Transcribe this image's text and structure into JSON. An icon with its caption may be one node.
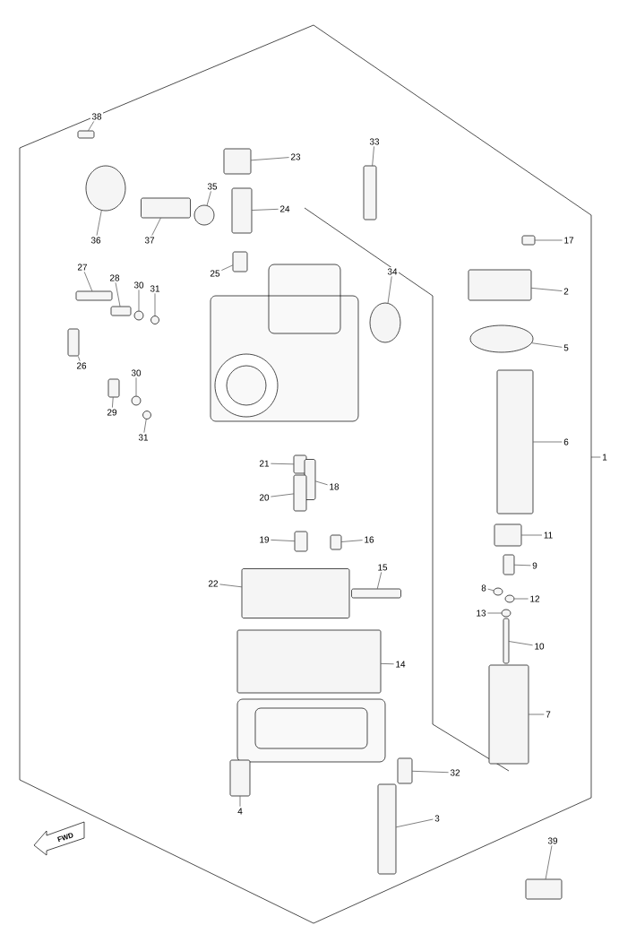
{
  "diagram": {
    "nodes": [
      {
        "text": [
          "38"
        ]
      },
      {
        "text": [],
        "shape": "box"
      },
      {
        "text": [
          "23"
        ]
      },
      {
        "text": [],
        "shape": "box"
      },
      {
        "text": [
          "33"
        ]
      },
      {
        "text": [],
        "shape": "box"
      },
      {
        "text": [
          "35"
        ]
      },
      {
        "text": [],
        "shape": "circle"
      },
      {
        "text": [
          "24"
        ]
      },
      {
        "text": [],
        "shape": "box"
      },
      {
        "text": [
          "36"
        ]
      },
      {
        "text": [],
        "shape": "circle"
      },
      {
        "text": [
          "37"
        ]
      },
      {
        "text": [],
        "shape": "box"
      },
      {
        "text": [
          "17"
        ]
      },
      {
        "text": [],
        "shape": "box"
      },
      {
        "text": [
          "25"
        ]
      },
      {
        "text": [],
        "shape": "box"
      },
      {
        "text": [
          "27"
        ]
      },
      {
        "text": [],
        "shape": "box"
      },
      {
        "text": [
          "28"
        ]
      },
      {
        "text": [],
        "shape": "box"
      },
      {
        "text": [
          "34"
        ]
      },
      {
        "text": [],
        "shape": "circle"
      },
      {
        "text": [
          "30"
        ]
      },
      {
        "text": [],
        "shape": "circle"
      },
      {
        "text": [
          "31"
        ]
      },
      {
        "text": [],
        "shape": "circle"
      },
      {
        "text": [
          "2"
        ]
      },
      {
        "text": [],
        "shape": "box"
      },
      {
        "text": [
          "5"
        ]
      },
      {
        "text": [],
        "shape": "circle"
      },
      {
        "text": [
          "26"
        ]
      },
      {
        "text": [],
        "shape": "box"
      },
      {
        "text": [
          "30"
        ]
      },
      {
        "text": [],
        "shape": "circle"
      },
      {
        "text": [
          "29"
        ]
      },
      {
        "text": [],
        "shape": "box"
      },
      {
        "text": [
          "31"
        ]
      },
      {
        "text": [],
        "shape": "circle"
      },
      {
        "text": [
          "6"
        ]
      },
      {
        "text": [],
        "shape": "box"
      },
      {
        "text": [
          "1"
        ]
      },
      {
        "text": [
          "21"
        ]
      },
      {
        "text": [],
        "shape": "box"
      },
      {
        "text": [
          "18"
        ]
      },
      {
        "text": [],
        "shape": "box"
      },
      {
        "text": [
          "20"
        ]
      },
      {
        "text": [],
        "shape": "box"
      },
      {
        "text": [
          "11"
        ]
      },
      {
        "text": [],
        "shape": "box"
      },
      {
        "text": [
          "19"
        ]
      },
      {
        "text": [],
        "shape": "box"
      },
      {
        "text": [
          "16"
        ]
      },
      {
        "text": [],
        "shape": "box"
      },
      {
        "text": [
          "15"
        ]
      },
      {
        "text": [],
        "shape": "box"
      },
      {
        "text": [
          "22"
        ]
      },
      {
        "text": [],
        "shape": "box"
      },
      {
        "text": [
          "9"
        ]
      },
      {
        "text": [],
        "shape": "box"
      },
      {
        "text": [
          "8"
        ]
      },
      {
        "text": [],
        "shape": "circle"
      },
      {
        "text": [
          "12"
        ]
      },
      {
        "text": [],
        "shape": "circle"
      },
      {
        "text": [
          "13"
        ]
      },
      {
        "text": [],
        "shape": "circle"
      },
      {
        "text": [
          "10"
        ]
      },
      {
        "text": [],
        "shape": "box"
      },
      {
        "text": [
          "14"
        ]
      },
      {
        "text": [],
        "shape": "box"
      },
      {
        "text": [
          "7"
        ]
      },
      {
        "text": [],
        "shape": "box"
      },
      {
        "text": [
          "32"
        ]
      },
      {
        "text": [],
        "shape": "box"
      },
      {
        "text": [
          "4"
        ]
      },
      {
        "text": [],
        "shape": "box"
      },
      {
        "text": [
          "3"
        ]
      },
      {
        "text": [],
        "shape": "box"
      },
      {
        "text": [
          "39"
        ]
      },
      {
        "text": [],
        "shape": "box"
      }
    ],
    "edges": [
      {
        "from": 0,
        "to": 1,
        "arrow": "none"
      },
      {
        "from": 2,
        "to": 3,
        "arrow": "none"
      },
      {
        "from": 4,
        "to": 5,
        "arrow": "none"
      },
      {
        "from": 6,
        "to": 7,
        "arrow": "none"
      },
      {
        "from": 8,
        "to": 9,
        "arrow": "none"
      },
      {
        "from": 10,
        "to": 11,
        "arrow": "none"
      },
      {
        "from": 12,
        "to": 13,
        "arrow": "none"
      },
      {
        "from": 14,
        "to": 15,
        "arrow": "none"
      },
      {
        "from": 16,
        "to": 17,
        "arrow": "none"
      },
      {
        "from": 18,
        "to": 19,
        "arrow": "none"
      },
      {
        "from": 20,
        "to": 21,
        "arrow": "none"
      },
      {
        "from": 22,
        "to": 23,
        "arrow": "none"
      },
      {
        "from": 24,
        "to": 25,
        "arrow": "none"
      },
      {
        "from": 26,
        "to": 27,
        "arrow": "none"
      },
      {
        "from": 28,
        "to": 29,
        "arrow": "none"
      },
      {
        "from": 30,
        "to": 31,
        "arrow": "none"
      },
      {
        "from": 32,
        "to": 33,
        "arrow": "none"
      },
      {
        "from": 34,
        "to": 35,
        "arrow": "none"
      },
      {
        "from": 36,
        "to": 37,
        "arrow": "none"
      },
      {
        "from": 38,
        "to": 39,
        "arrow": "none"
      },
      {
        "from": 40,
        "to": 41,
        "arrow": "none"
      },
      {
        "from": 42,
        "to": null,
        "arrow": "none"
      },
      {
        "from": 43,
        "to": 44,
        "arrow": "none"
      },
      {
        "from": 45,
        "to": 46,
        "arrow": "none"
      },
      {
        "from": 47,
        "to": 48,
        "arrow": "none"
      },
      {
        "from": 49,
        "to": 50,
        "arrow": "none"
      },
      {
        "from": 51,
        "to": 52,
        "arrow": "none"
      },
      {
        "from": 53,
        "to": 54,
        "arrow": "none"
      },
      {
        "from": 55,
        "to": 56,
        "arrow": "none"
      },
      {
        "from": 57,
        "to": 58,
        "arrow": "none"
      },
      {
        "from": 59,
        "to": 60,
        "arrow": "none"
      },
      {
        "from": 61,
        "to": 62,
        "arrow": "none"
      },
      {
        "from": 63,
        "to": 64,
        "arrow": "none"
      },
      {
        "from": 65,
        "to": 66,
        "arrow": "none"
      },
      {
        "from": 67,
        "to": 68,
        "arrow": "none"
      },
      {
        "from": 69,
        "to": 70,
        "arrow": "none"
      },
      {
        "from": 71,
        "to": 72,
        "arrow": "none"
      },
      {
        "from": 73,
        "to": 74,
        "arrow": "none"
      },
      {
        "from": 75,
        "to": 76,
        "arrow": "none"
      },
      {
        "from": 77,
        "to": 78,
        "arrow": "none"
      },
      {
        "from": 79,
        "to": 80,
        "arrow": "none"
      }
    ],
    "labels": [
      "FWD"
    ]
  }
}
